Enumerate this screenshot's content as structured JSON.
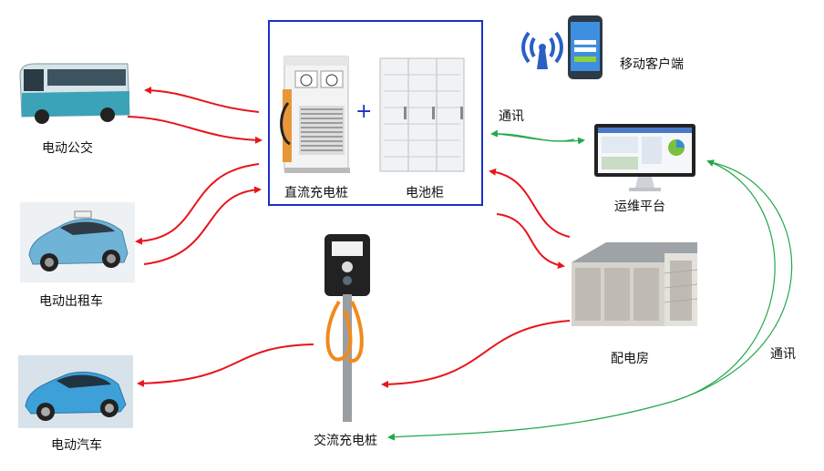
{
  "labels": {
    "bus": "电动公交",
    "taxi": "电动出租车",
    "car": "电动汽车",
    "dc_charger": "直流充电桩",
    "battery_cabinet": "电池柜",
    "plus": "+",
    "mobile_client": "移动客户端",
    "comm_top": "通讯",
    "ops_platform": "运维平台",
    "substation": "配电房",
    "comm_right": "通讯",
    "ac_charger": "交流充电桩"
  },
  "colors": {
    "power_arrow": "#e8141b",
    "comm_arrow": "#21a84a",
    "group_box": "#1a2fc9"
  },
  "icons": {
    "bus": "bus-icon",
    "taxi": "taxi-icon",
    "car": "car-icon",
    "dc_charger": "dc-charger-icon",
    "battery_cabinet": "battery-cabinet-icon",
    "wifi": "wifi-icon",
    "phone": "phone-icon",
    "monitor": "monitor-icon",
    "substation": "substation-icon",
    "ac_charger": "ac-charger-icon"
  }
}
